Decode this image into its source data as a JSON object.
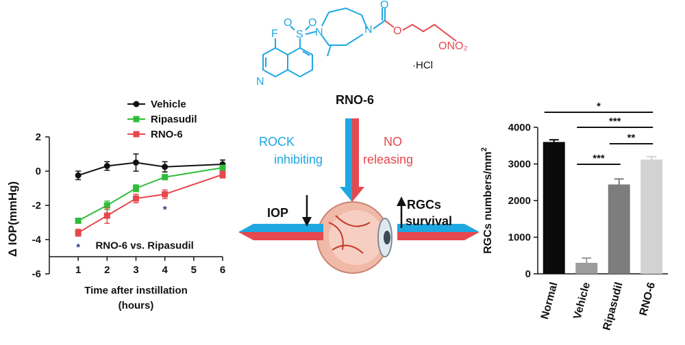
{
  "molecule": {
    "name": "RNO-6",
    "salt": "·HCl",
    "atoms": {
      "F": "F",
      "S": "S",
      "O1": "O",
      "O2": "O",
      "N_pyr": "N",
      "N1": "N",
      "N2": "N",
      "O_carb1": "O",
      "O_carb2": "O",
      "ONO2": "ONO₂"
    }
  },
  "mechanism": {
    "rock_line1": "ROCK",
    "rock_line2": "inhibiting",
    "no_line1": "NO",
    "no_line2": "releasing",
    "iop_label": "IOP",
    "rgc_line1": "RGCs",
    "rgc_line2": "survival",
    "colors": {
      "blue": "#1ea7e1",
      "red": "#e5484d"
    }
  },
  "chart_data": [
    {
      "type": "line",
      "xlabel": "Time after instillation",
      "xlabel2": "(hours)",
      "ylabel": "Δ IOP(mmHg)",
      "xlim": [
        0,
        6
      ],
      "ylim": [
        -6,
        2
      ],
      "xticks": [
        1,
        2,
        3,
        4,
        5,
        6
      ],
      "yticks": [
        2,
        0,
        -2,
        -4,
        -6
      ],
      "legend_position": "top",
      "annotation": "RNO-6 vs. Ripasudil",
      "star": "*",
      "star_points": [
        1,
        4
      ],
      "x": [
        1,
        2,
        3,
        4,
        6
      ],
      "series": [
        {
          "name": "Vehicle",
          "color": "#111111",
          "values": [
            -0.25,
            0.3,
            0.5,
            0.25,
            0.4
          ],
          "errors": [
            0.25,
            0.25,
            0.5,
            0.3,
            0.25
          ]
        },
        {
          "name": "Ripasudil",
          "color": "#2ebd3a",
          "values": [
            -2.9,
            -2.0,
            -1.0,
            -0.35,
            0.2
          ],
          "errors": [
            0.1,
            0.25,
            0.2,
            0.15,
            0.15
          ]
        },
        {
          "name": "RNO-6",
          "color": "#e5484d",
          "values": [
            -3.6,
            -2.6,
            -1.6,
            -1.35,
            -0.2
          ],
          "errors": [
            0.2,
            0.45,
            0.25,
            0.25,
            0.2
          ]
        }
      ]
    },
    {
      "type": "bar",
      "ylabel": "RGCs numbers/mm",
      "ylabel_sup": "2",
      "categories": [
        "Normal",
        "Vehicle",
        "Ripasudil",
        "RNO-6"
      ],
      "values": [
        3600,
        300,
        2440,
        3120
      ],
      "errors": [
        60,
        130,
        150,
        80
      ],
      "colors": [
        "#0a0a0a",
        "#9c9c9c",
        "#7d7d7d",
        "#d2d2d2"
      ],
      "ylim": [
        0,
        4000
      ],
      "yticks": [
        0,
        1000,
        2000,
        3000,
        4000
      ],
      "significance": [
        {
          "from": 0,
          "to": 3,
          "label": "*"
        },
        {
          "from": 1,
          "to": 3,
          "label": "***"
        },
        {
          "from": 2,
          "to": 3,
          "label": "**"
        },
        {
          "from": 1,
          "to": 2,
          "label": "***"
        }
      ]
    }
  ]
}
